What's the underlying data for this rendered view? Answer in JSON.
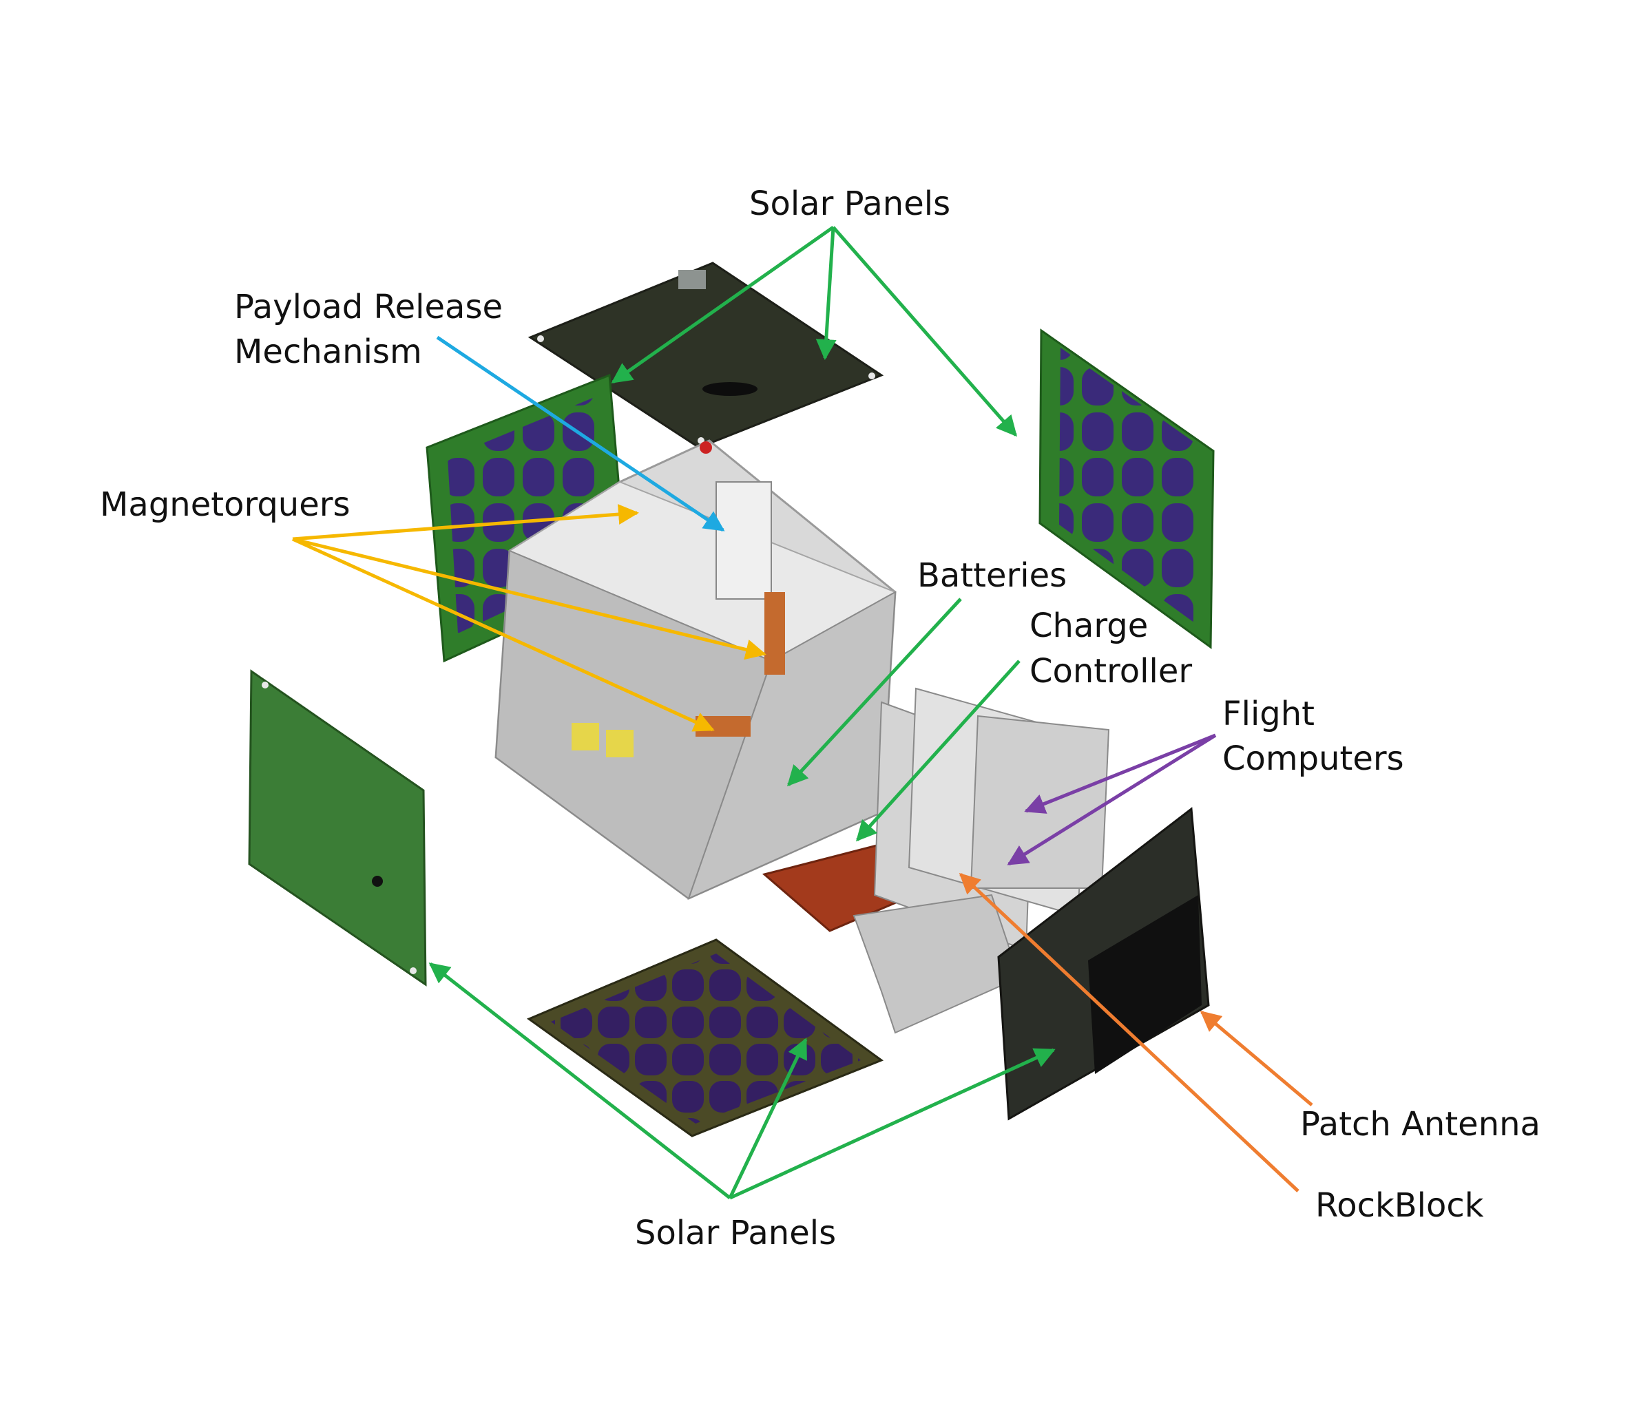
{
  "labels": {
    "solar_panels_top": "Solar Panels",
    "payload_release_line1": "Payload Release",
    "payload_release_line2": "Mechanism",
    "magnetorquers": "Magnetorquers",
    "batteries": "Batteries",
    "charge_controller_line1": "Charge",
    "charge_controller_line2": "Controller",
    "flight_computers_line1": "Flight",
    "flight_computers_line2": "Computers",
    "patch_antenna": "Patch Antenna",
    "rockblock": "RockBlock",
    "solar_panels_bottom": "Solar Panels"
  },
  "colors": {
    "solar_arrow": "#22b14c",
    "payload_arrow": "#1ea9e1",
    "magnetorquer_arrow": "#f6b800",
    "flight_computer_arrow": "#7a3fa6",
    "antenna_arrow": "#ef7d30",
    "pcb_green": "#2f7d2a",
    "solar_cell_purple": "#3a2a7a",
    "dark_panel": "#2e3326",
    "frame_silver": "#cfcfcf",
    "copper_board": "#a33a1c"
  }
}
